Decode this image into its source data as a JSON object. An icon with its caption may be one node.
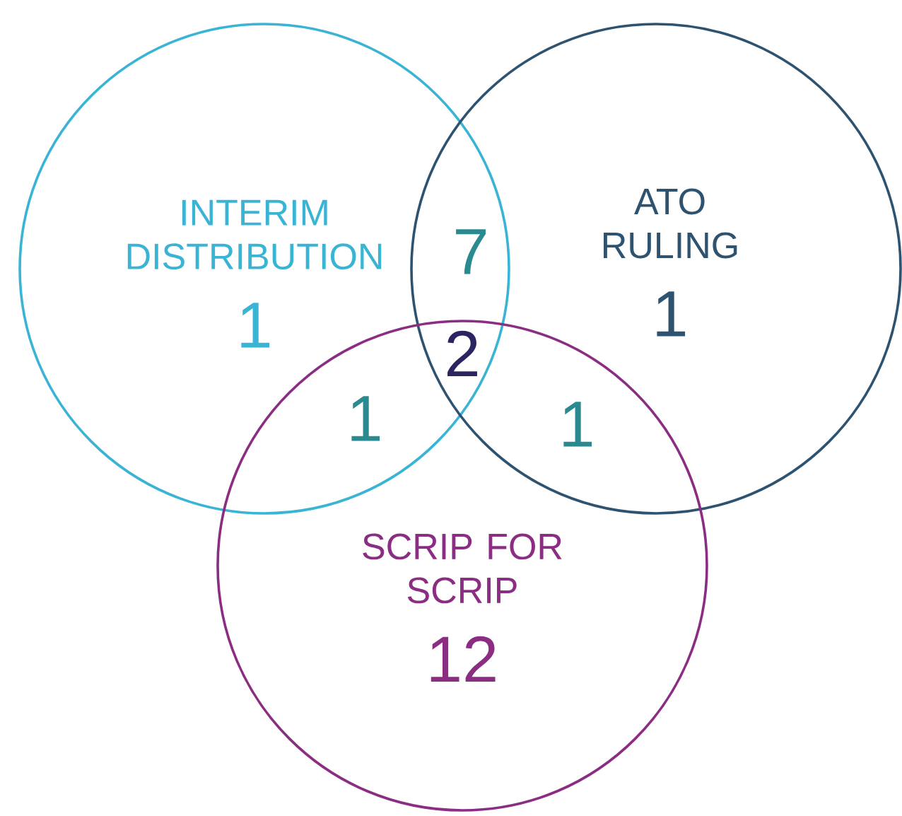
{
  "diagram": {
    "nodes": [
      {
        "text": [
          "INTERIM DISTRIBUTION",
          "1"
        ]
      },
      {
        "text": [
          "ATO RULING",
          "1"
        ]
      },
      {
        "text": [
          "SCRIP FOR SCRIP",
          "12"
        ]
      }
    ],
    "labels": [
      "7",
      "2",
      "1",
      "1"
    ]
  }
}
